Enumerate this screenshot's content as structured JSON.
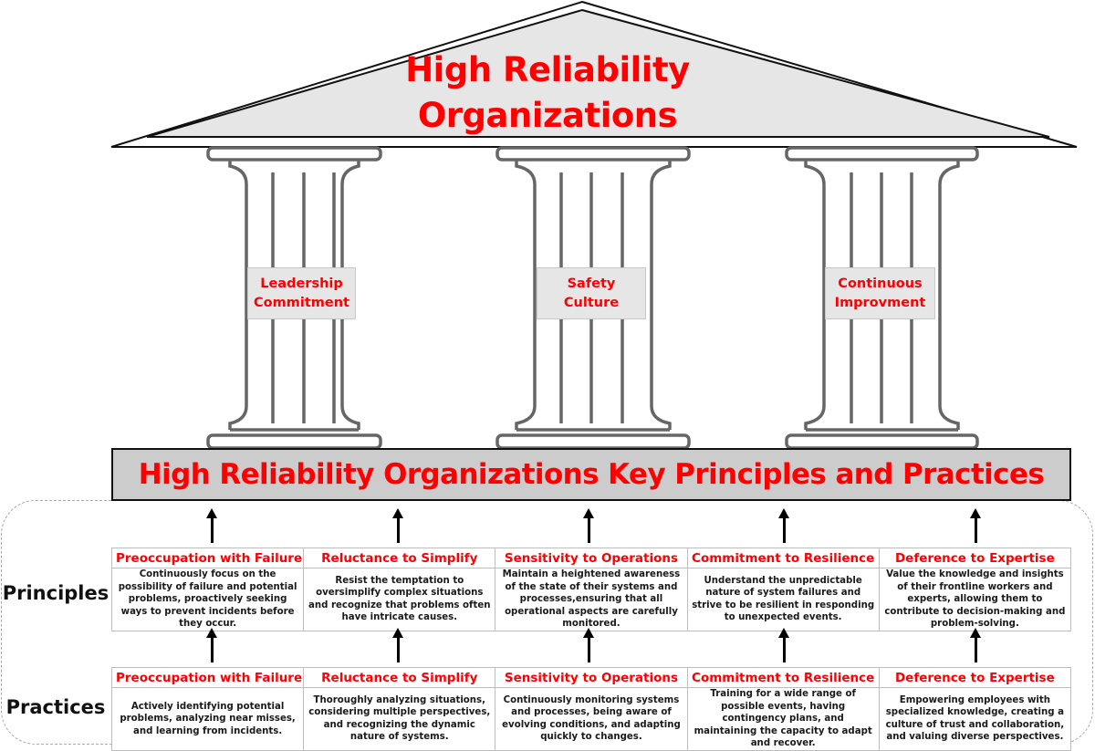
{
  "diagram": {
    "roof": {
      "title_line1": "High Reliability",
      "title_line2": "Organizations"
    },
    "pillars": [
      {
        "label_line1": "Leadership",
        "label_line2": "Commitment"
      },
      {
        "label_line1": "Safety",
        "label_line2": "Culture"
      },
      {
        "label_line1": "Continuous",
        "label_line2": "Improvment"
      }
    ],
    "foundation_banner": "High Reliability Organizations Key Principles and Practices",
    "principles": {
      "row_label": "Principles",
      "items": [
        {
          "title": "Preoccupation with Failure",
          "text": "Continuously focus on the possibility of failure and potential problems, proactively seeking ways to prevent incidents before they occur."
        },
        {
          "title": "Reluctance to Simplify",
          "text": "Resist the temptation to oversimplify complex situations and recognize that problems often have intricate causes."
        },
        {
          "title": "Sensitivity to Operations",
          "text": "Maintain a heightened awareness of the state of their systems and processes,ensuring that all operational aspects are carefully monitored."
        },
        {
          "title": "Commitment to Resilience",
          "text": "Understand the unpredictable nature of system failures and strive to be resilient in responding to unexpected events."
        },
        {
          "title": "Deference to Expertise",
          "text": "Value the knowledge and insights of their frontline workers and experts, allowing them to contribute to decision-making and problem-solving."
        }
      ]
    },
    "practices": {
      "row_label": "Practices",
      "items": [
        {
          "title": "Preoccupation with Failure",
          "text": "Actively identifying potential problems, analyzing near misses, and learning from incidents."
        },
        {
          "title": "Reluctance to Simplify",
          "text": "Thoroughly analyzing situations, considering multiple perspectives, and recognizing the dynamic nature of systems."
        },
        {
          "title": "Sensitivity to Operations",
          "text": "Continuously monitoring systems and processes, being aware of evolving conditions, and adapting quickly to changes."
        },
        {
          "title": "Commitment to Resilience",
          "text": "Training for a wide range of possible events, having contingency plans, and maintaining the capacity to adapt and recover."
        },
        {
          "title": "Deference to Expertise",
          "text": "Empowering employees with specialized knowledge, creating a culture of trust and collaboration, and valuing diverse perspectives."
        }
      ]
    },
    "colors": {
      "accent_red": "#ff0000",
      "roof_fill": "#e6e6e6",
      "banner_fill": "#cccccc",
      "pillar_stroke": "#666666",
      "text_dark": "#111111"
    }
  }
}
